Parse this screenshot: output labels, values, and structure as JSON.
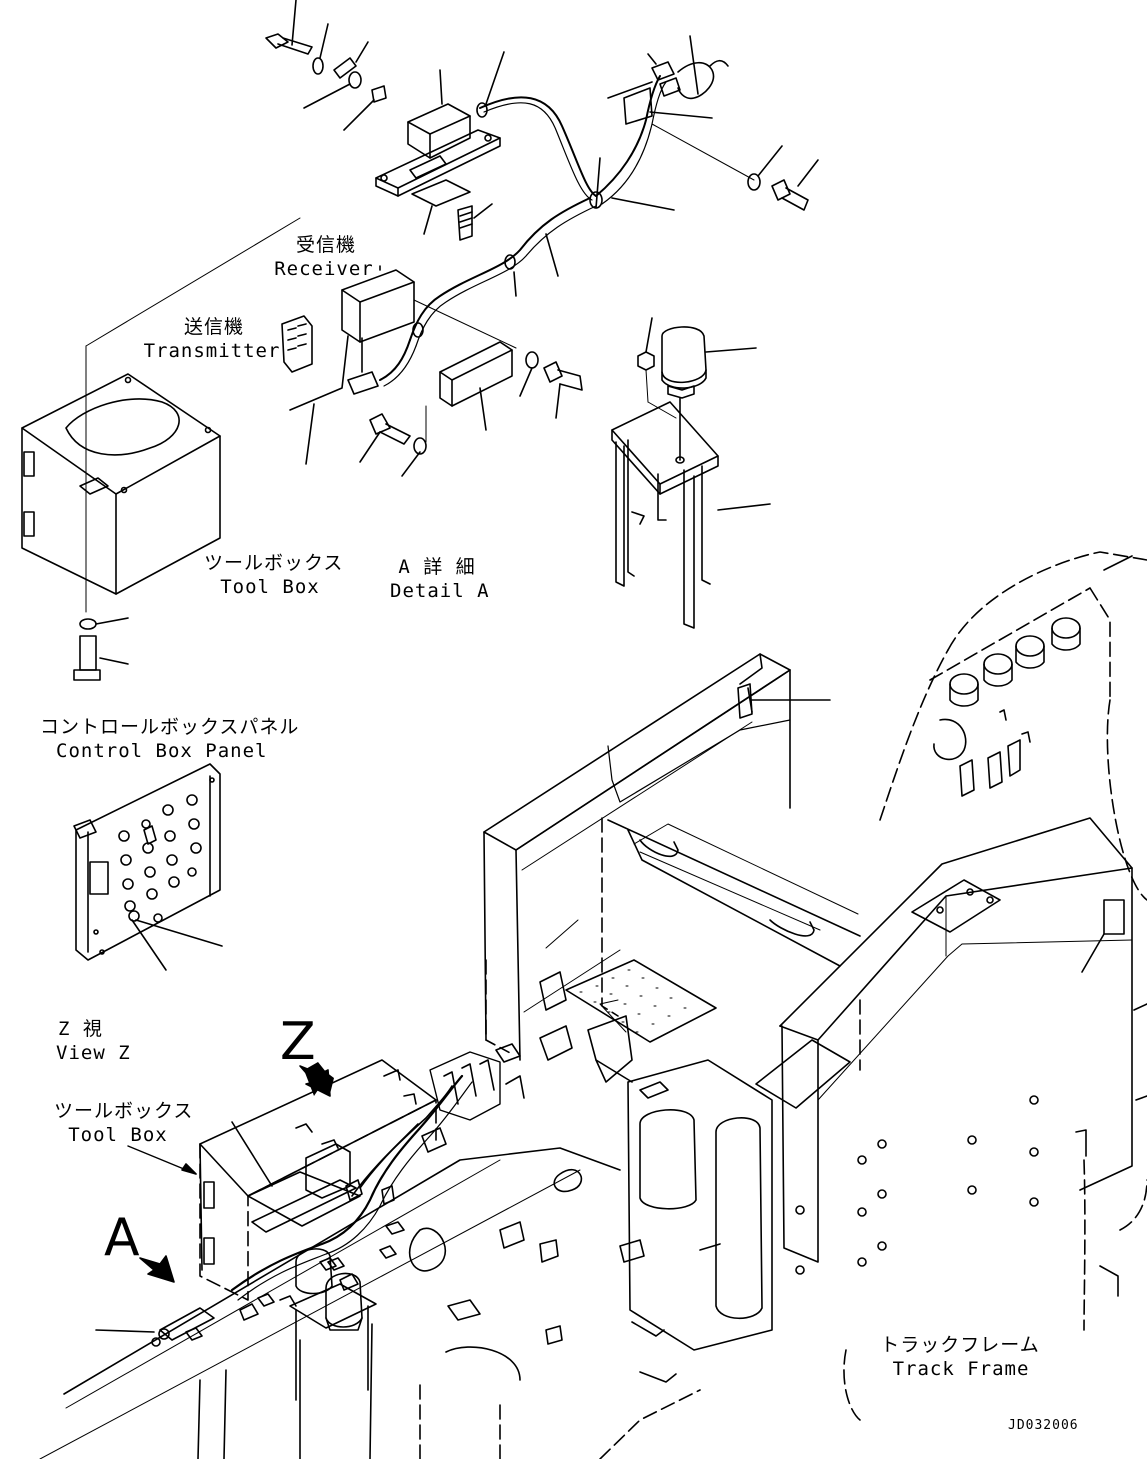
{
  "labels": {
    "receiver_jp": "受信機",
    "receiver_en": "Receiver",
    "transmitter_jp": "送信機",
    "transmitter_en": "Transmitter",
    "toolbox1_jp": "ツールボックス",
    "toolbox1_en": "Tool Box",
    "detail_jp": "A 詳 細",
    "detail_en": "Detail A",
    "panel_jp": "コントロールボックスパネル",
    "panel_en": "Control Box Panel",
    "viewz_jp": "Z  視",
    "viewz_en": "View Z",
    "toolbox2_jp": "ツールボックス",
    "toolbox2_en": "Tool Box",
    "trackframe_jp": "トラックフレーム",
    "trackframe_en": "Track Frame",
    "letter_z": "Z",
    "letter_a": "A",
    "drawing_code": "JD032006"
  },
  "colors": {
    "ink": "#000000",
    "paper": "#ffffff"
  }
}
